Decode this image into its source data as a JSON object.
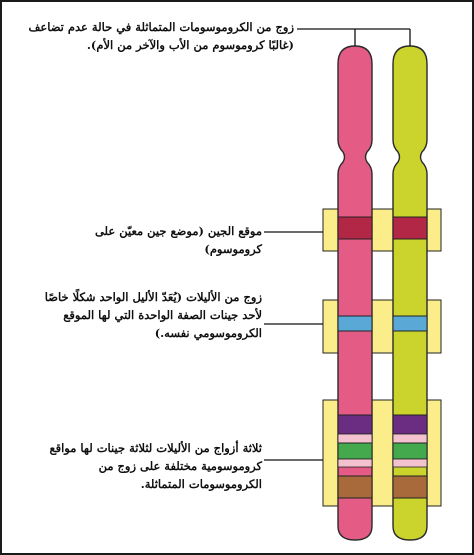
{
  "labels": {
    "homologous_pair": "زوج من الكروموسومات المتماثلة في حالة عدم تضاعف (غالبًا كروموسوم من الأب والآخر من الأم).",
    "gene_locus": "موقع الجين (موضع جين معيّن على كروموسوم)",
    "allele_pair": "زوج من الأليلات (يُعَدّ الأليل الواحد شكلًا خاصًا لأحد جينات الصفة الواحدة التي لها الموقع الكروموسومي نفسه.)",
    "three_allele_pairs": "ثلاثة أزواج من الأليلات لثلاثة جينات لها مواقع كروموسومية مختلفة على زوج من الكروموسومات المتماثلة."
  },
  "colors": {
    "chromosome_pink": "#e45c86",
    "chromosome_green": "#cad42c",
    "highlight_yellow": "#fbee8a",
    "band_crimson": "#b22746",
    "band_blue": "#5aa8d6",
    "band_purple": "#6b2d82",
    "band_green": "#44a84d",
    "band_brown": "#a86a3a",
    "band_light": "#f4c2cf"
  }
}
